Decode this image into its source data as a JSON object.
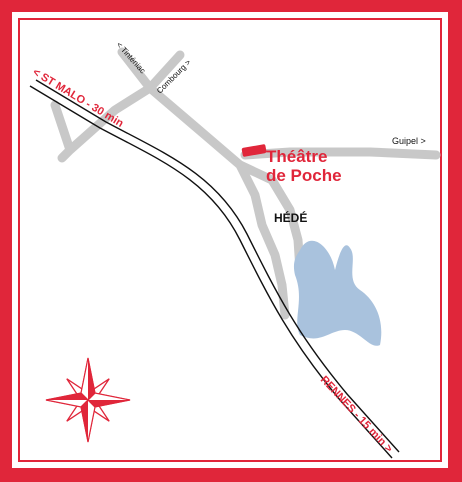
{
  "colors": {
    "frame": "#e0263a",
    "road": "#c8c8c8",
    "lake": "#a9c2dd",
    "railway": "#111111",
    "label_red": "#e0263a",
    "label_dark": "#111111"
  },
  "map": {
    "theatre_line1": "Théâtre",
    "theatre_line2": "de Poche",
    "town": "HÉDÉ",
    "road_tinteniac": "< Tinténiac",
    "road_combourg": "Combourg >",
    "road_guipel": "Guipel >",
    "road_st_malo": "< ST MALO - 30 min",
    "road_rennes": "RENNES - 15 min >"
  },
  "icons": {
    "compass": "compass-rose-icon",
    "theatre_marker": "theatre-marker-icon"
  }
}
